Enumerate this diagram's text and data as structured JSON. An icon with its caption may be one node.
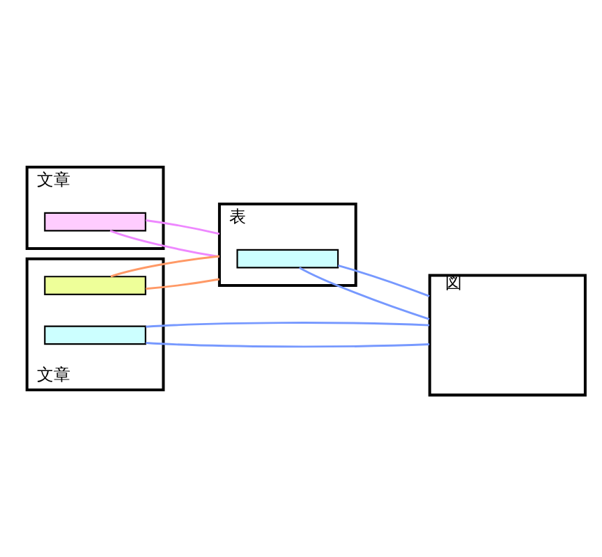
{
  "diagram": {
    "nodes": [
      {
        "text": [
          "文章"
        ]
      },
      {
        "text": [],
        "shape": "box",
        "in": 0
      },
      {
        "text": [
          "表"
        ]
      },
      {
        "text": [],
        "shape": "box",
        "in": 2
      },
      {
        "text": [
          "文章"
        ]
      },
      {
        "text": [],
        "shape": "box",
        "in": 4
      },
      {
        "text": [],
        "shape": "box",
        "in": 4
      },
      {
        "text": [
          "図"
        ]
      }
    ],
    "edges": [
      {
        "from": 1,
        "to": 2,
        "arrow": "none",
        "color": "#ee88ff"
      },
      {
        "from": 1,
        "to": 2,
        "arrow": "none",
        "color": "#ee88ff"
      },
      {
        "from": 5,
        "to": 2,
        "arrow": "none",
        "color": "#ff9966"
      },
      {
        "from": 5,
        "to": 2,
        "arrow": "none",
        "color": "#ff9966"
      },
      {
        "from": 3,
        "to": 7,
        "arrow": "none",
        "color": "#7799ff"
      },
      {
        "from": 3,
        "to": 7,
        "arrow": "none",
        "color": "#7799ff"
      },
      {
        "from": 6,
        "to": 7,
        "arrow": "none",
        "color": "#7799ff"
      },
      {
        "from": 6,
        "to": 7,
        "arrow": "none",
        "color": "#7799ff"
      }
    ]
  }
}
